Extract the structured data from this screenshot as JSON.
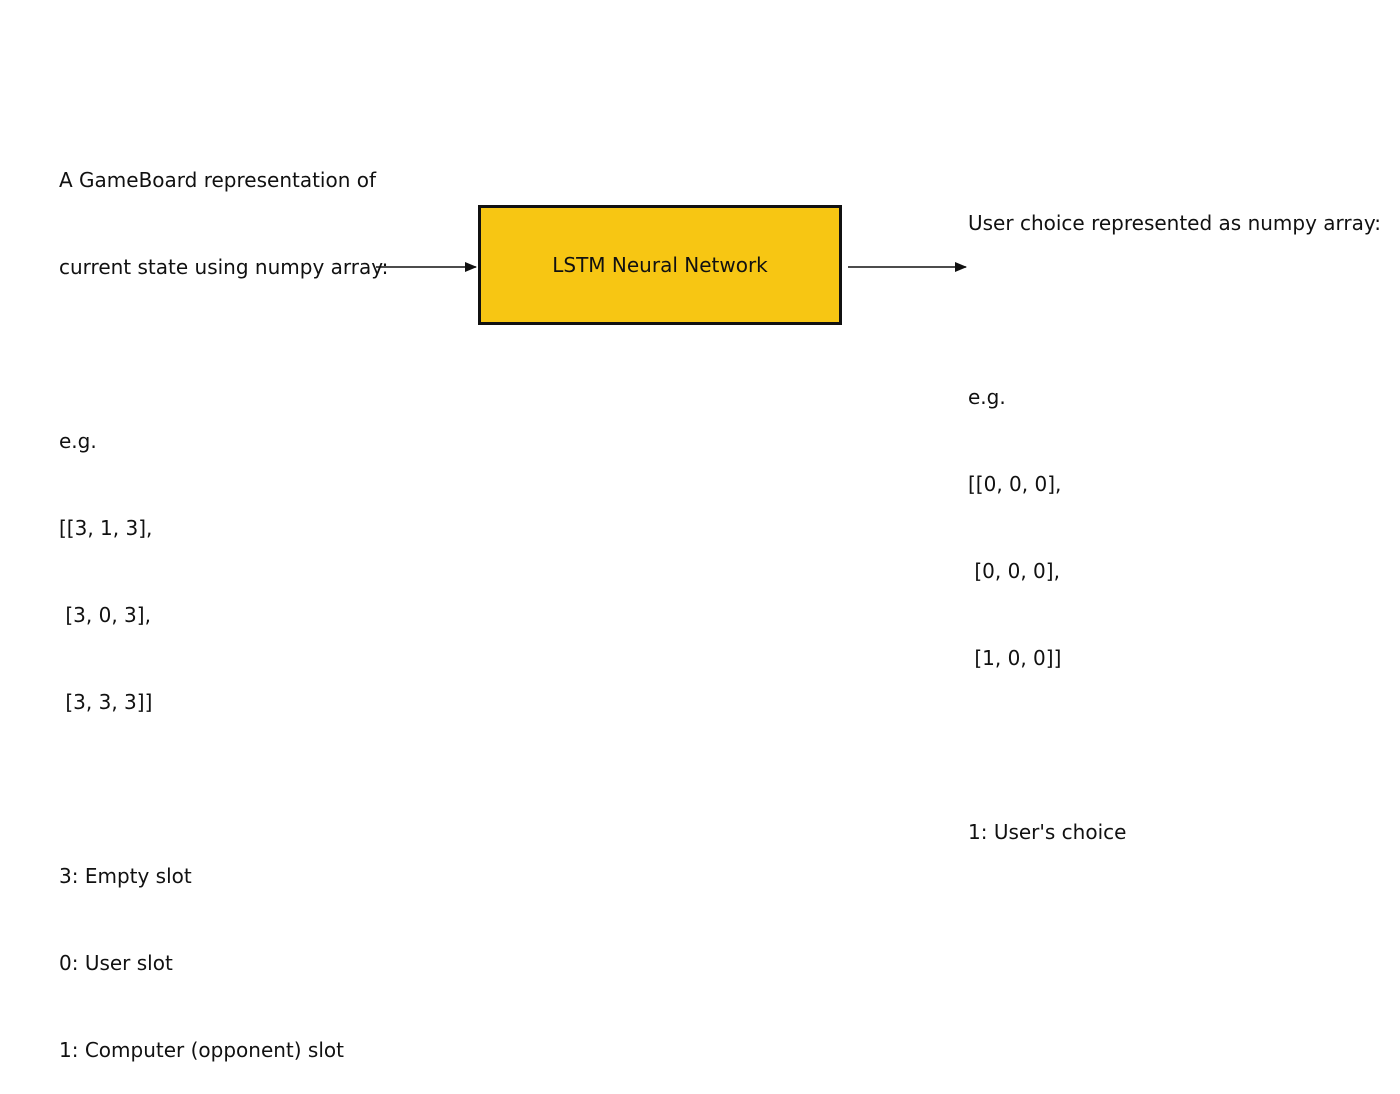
{
  "input": {
    "lines": [
      "A GameBoard representation of",
      "current state using numpy array:",
      "",
      "e.g.",
      "[[3, 1, 3],",
      " [3, 0, 3],",
      " [3, 3, 3]]",
      "",
      "3: Empty slot",
      "0: User slot",
      "1: Computer (opponent) slot"
    ]
  },
  "model": {
    "label": "LSTM Neural Network",
    "fill_color": "#F7C613",
    "border_color": "#111111"
  },
  "output": {
    "lines": [
      "User choice represented as numpy array:",
      "",
      "e.g.",
      "[[0, 0, 0],",
      " [0, 0, 0],",
      " [1, 0, 0]]",
      "",
      "1: User's choice"
    ]
  }
}
